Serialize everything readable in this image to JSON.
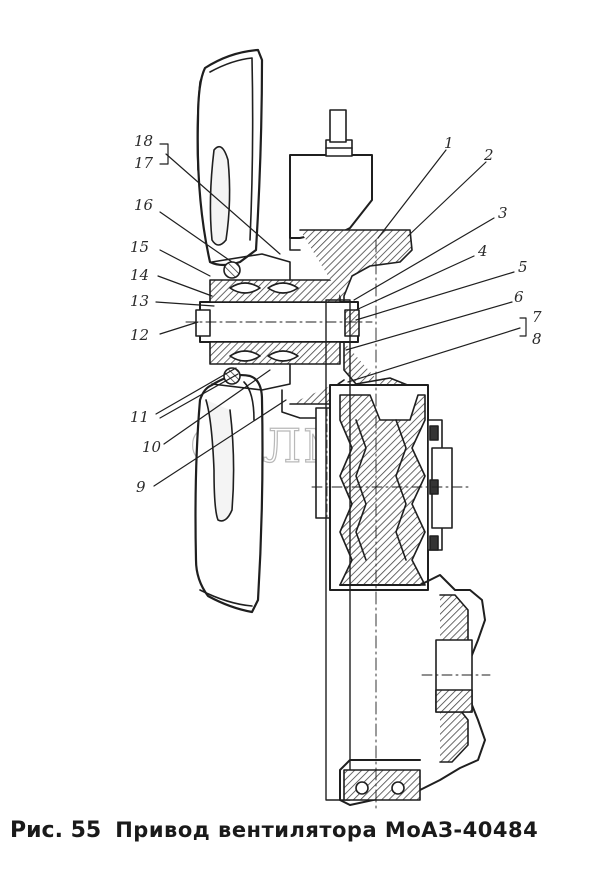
{
  "figure": {
    "caption_prefix": "Рис. 55",
    "caption_title": "Привод вентилятора МоАЗ-40484",
    "watermark": "СЕЛМ",
    "callouts": {
      "n1": "1",
      "n2": "2",
      "n3": "3",
      "n4": "4",
      "n5": "5",
      "n6": "6",
      "n7": "7",
      "n8": "8",
      "n9": "9",
      "n10": "10",
      "n11": "11",
      "n12": "12",
      "n13": "13",
      "n14": "14",
      "n15": "15",
      "n16": "16",
      "n17": "17",
      "n18": "18"
    }
  },
  "colors": {
    "ink": "#1f1f1f",
    "hatch": "#555555",
    "paper": "#ffffff"
  }
}
